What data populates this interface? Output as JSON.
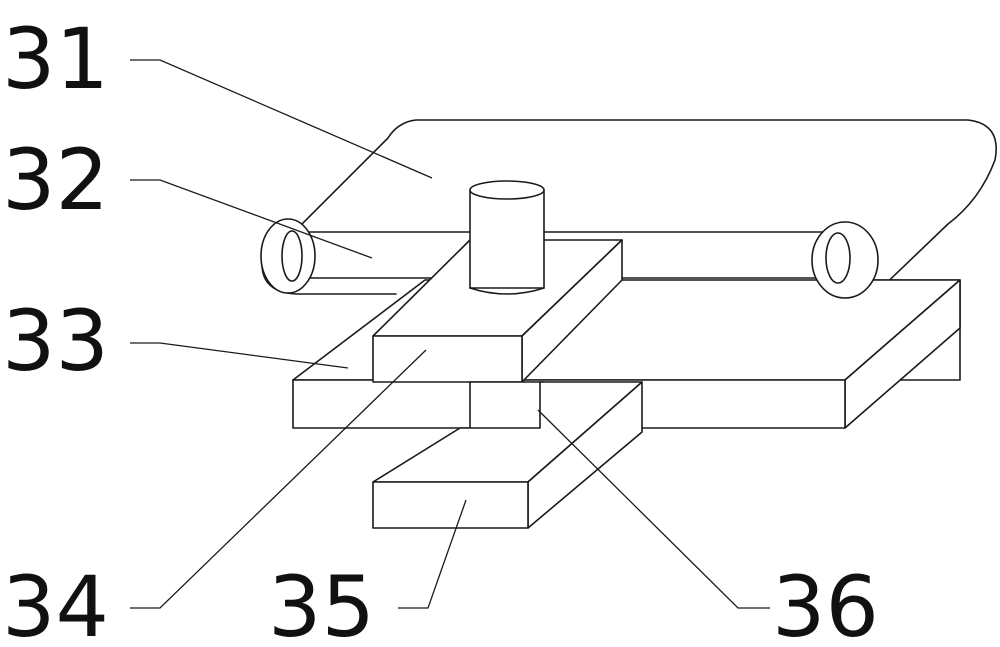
{
  "callouts": [
    {
      "id": "31",
      "label": "31"
    },
    {
      "id": "32",
      "label": "32"
    },
    {
      "id": "33",
      "label": "33"
    },
    {
      "id": "34",
      "label": "34"
    },
    {
      "id": "35",
      "label": "35"
    },
    {
      "id": "36",
      "label": "36"
    }
  ],
  "colors": {
    "line": "#1a1a1a",
    "background": "#ffffff"
  }
}
